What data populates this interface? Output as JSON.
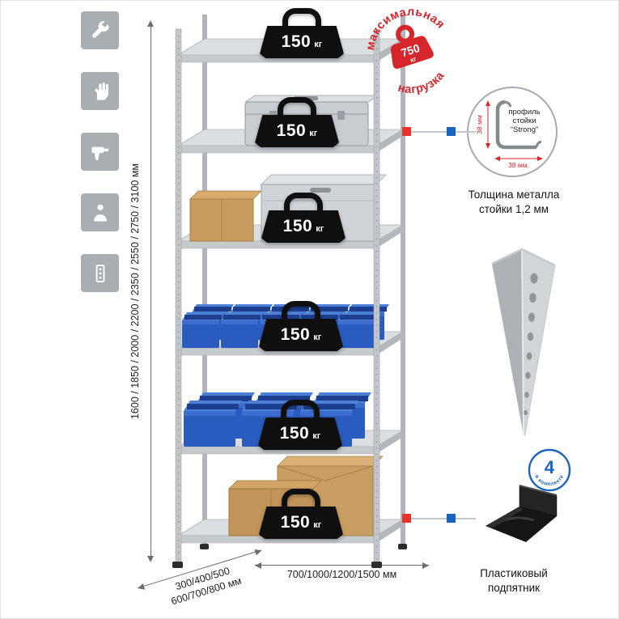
{
  "rack": {
    "shelf_load_value": "150",
    "shelf_load_unit": "кг"
  },
  "max_load": {
    "arc_top": "максимальная",
    "arc_bottom": "нагрузка",
    "value": "750",
    "unit": "кг"
  },
  "dimensions": {
    "height": "1600 / 1850 / 2000 / 2200 / 2350 / 2550 / 2750 / 3100 мм",
    "depth_line1": "300/400/500",
    "depth_line2": "600/700/800 мм",
    "width": "700/1000/1200/1500 мм"
  },
  "profile": {
    "dim_vertical": "38 мм",
    "dim_horizontal": "38 мм.",
    "label_line1": "профиль",
    "label_line2": "стойки",
    "label_line3": "“Strong”",
    "caption_line1": "Толщина металла",
    "caption_line2": "стойки 1,2 мм"
  },
  "foot": {
    "caption_line1": "Пластиковый",
    "caption_line2": "подпятник",
    "badge_value": "4",
    "badge_text": "в комплекте"
  },
  "side_icons": [
    "tools-icon",
    "gloves-icon",
    "drill-icon",
    "person-icon",
    "post-profile-icon"
  ],
  "colors": {
    "accent_red": "#d5262b",
    "accent_blue": "#1b63c1",
    "bin_blue": "#2a5cc0",
    "metal_gray": "#c3c7cb"
  }
}
